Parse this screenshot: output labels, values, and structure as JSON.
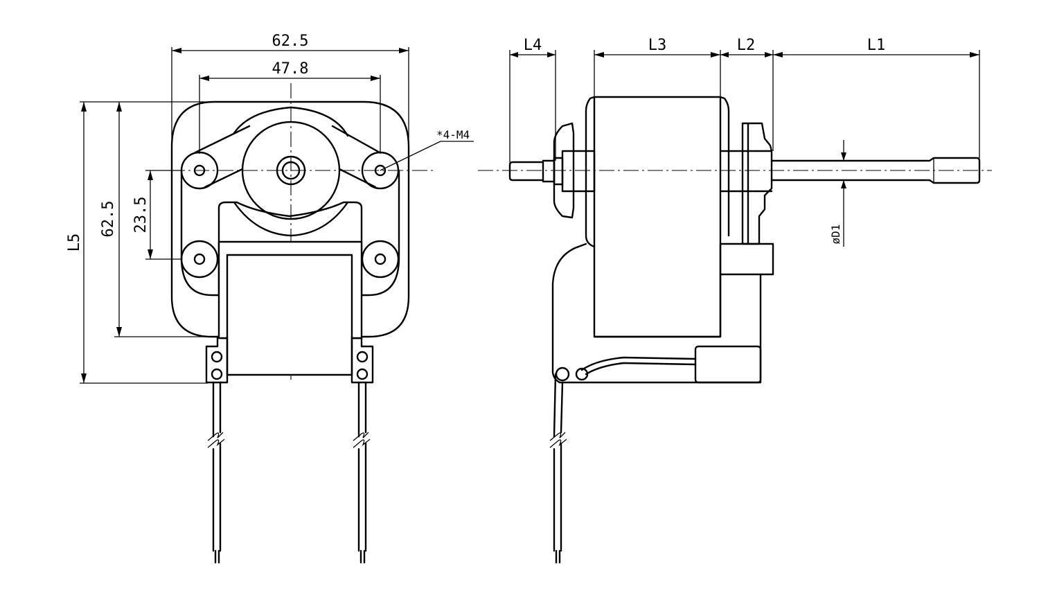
{
  "front_view": {
    "dim_overall_width": "62.5",
    "dim_hole_spacing_h": "47.8",
    "dim_hole_spacing_v": "23.5",
    "dim_frame_height": "62.5",
    "dim_total_height": "L5",
    "hole_callout": "*4-M4"
  },
  "side_view": {
    "dim_rear_shaft": "L4",
    "dim_stator_stack": "L3",
    "dim_bracket": "L2",
    "dim_front_shaft": "L1",
    "dim_shaft_diameter": "øD1"
  }
}
